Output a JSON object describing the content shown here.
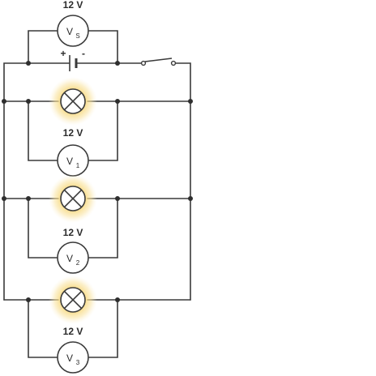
{
  "source": {
    "label": "12 V",
    "meter": {
      "letter": "V",
      "subscript": "S"
    },
    "plus": "+",
    "minus": "-"
  },
  "branches": [
    {
      "label": "12 V",
      "meter": {
        "letter": "V",
        "subscript": "1"
      }
    },
    {
      "label": "12 V",
      "meter": {
        "letter": "V",
        "subscript": "2"
      }
    },
    {
      "label": "12 V",
      "meter": {
        "letter": "V",
        "subscript": "3"
      }
    }
  ],
  "colors": {
    "wire": "#3a3a3a",
    "lamp_glow": "#f2c94c"
  }
}
